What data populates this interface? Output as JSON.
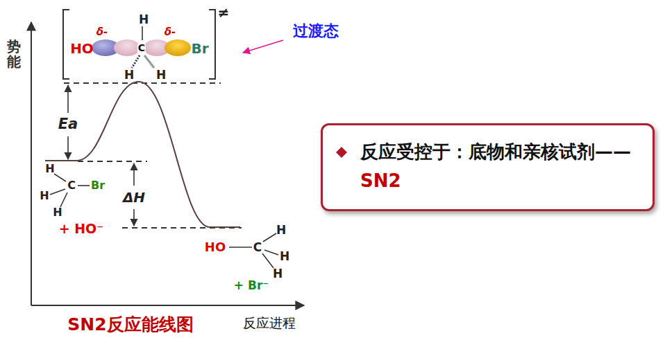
{
  "diagram": {
    "caption": "SN2反应能线图",
    "nodes": [
      {
        "text": [
          "反应受控于：底物和亲核试剂——",
          "SN2"
        ]
      }
    ],
    "edges": [],
    "labels": [
      "势能",
      "反应进程",
      "过渡态",
      "≠",
      "HO",
      "δ-",
      "H",
      "C",
      "δ-",
      "Br",
      "H",
      "H",
      "Ea",
      "ΔH",
      "H",
      "H",
      "H",
      "C",
      "Br",
      "+ HO⁻",
      "HO",
      "C",
      "H",
      "H",
      "H",
      "+ Br⁻"
    ]
  }
}
